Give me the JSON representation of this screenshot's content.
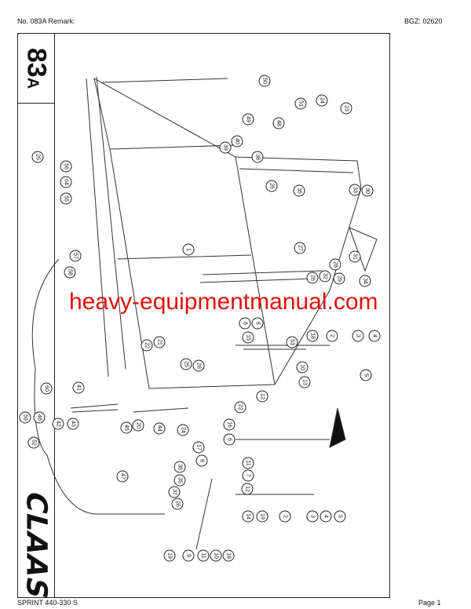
{
  "header": {
    "left": "No. 083A   Remark:",
    "right": "BGZ: 02620"
  },
  "footer": {
    "left": "SPRINT 440-330 S",
    "right": "Page 1"
  },
  "diagram": {
    "page_number": "83",
    "page_suffix": "A",
    "logo": "CLAAS",
    "watermark": "heavy-equipmentmanual.com",
    "watermark_color": "#e3120b",
    "callouts": [
      "50",
      "51",
      "24",
      "23",
      "49",
      "48",
      "39",
      "40",
      "38",
      "25",
      "56",
      "64",
      "55",
      "26",
      "35",
      "33",
      "30",
      "27",
      "31",
      "34",
      "57",
      "58",
      "26",
      "32",
      "28",
      "29",
      "1",
      "8",
      "6",
      "15",
      "53",
      "18",
      "2",
      "3",
      "4",
      "22",
      "21",
      "10",
      "5",
      "25",
      "26",
      "13",
      "12",
      "59",
      "46",
      "60",
      "41",
      "42",
      "43",
      "45",
      "20",
      "44",
      "24",
      "22",
      "16",
      "6",
      "52",
      "17",
      "8",
      "11",
      "7",
      "36",
      "35",
      "37",
      "26",
      "47",
      "14",
      "19",
      "2",
      "3",
      "4",
      "5",
      "19",
      "9",
      "11",
      "10",
      "18",
      "12"
    ]
  }
}
